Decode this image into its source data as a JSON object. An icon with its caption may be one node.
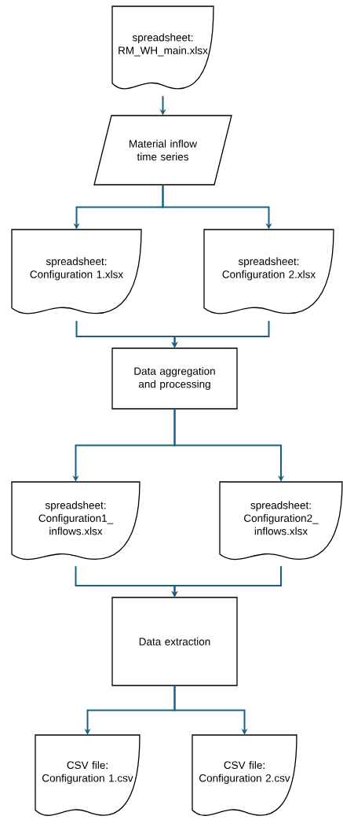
{
  "diagram": {
    "nodes": [
      {
        "text": [
          "spreadsheet: RM_WH_main.xlsx"
        ]
      },
      {
        "text": [
          "Material inflow time series"
        ]
      },
      {
        "text": [
          "spreadsheet: Configuration 1.xlsx"
        ]
      },
      {
        "text": [
          "spreadsheet: Configuration 2.xlsx"
        ]
      },
      {
        "text": [
          "Data aggregation and processing"
        ]
      },
      {
        "text": [
          "spreadsheet: Configuration1_ inflows.xlsx"
        ]
      },
      {
        "text": [
          "spreadsheet: Configuration2_ inflows.xlsx"
        ]
      },
      {
        "text": [
          "Data extraction"
        ]
      },
      {
        "text": [
          "CSV file: Configuration 1.csv"
        ]
      },
      {
        "text": [
          "CSV file: Configuration 2.csv"
        ]
      }
    ],
    "edges": [
      {
        "from": 0,
        "to": 1,
        "arrow": "to"
      },
      {
        "from": 1,
        "to": 2,
        "arrow": "to"
      },
      {
        "from": 1,
        "to": 3,
        "arrow": "to"
      },
      {
        "from": 2,
        "to": 4,
        "arrow": "to"
      },
      {
        "from": 3,
        "to": 4,
        "arrow": "to"
      },
      {
        "from": 4,
        "to": 5,
        "arrow": "to"
      },
      {
        "from": 4,
        "to": 6,
        "arrow": "to"
      },
      {
        "from": 5,
        "to": 7,
        "arrow": "to"
      },
      {
        "from": 6,
        "to": 7,
        "arrow": "to"
      },
      {
        "from": 7,
        "to": 8,
        "arrow": "to"
      },
      {
        "from": 7,
        "to": 9,
        "arrow": "to"
      }
    ]
  }
}
